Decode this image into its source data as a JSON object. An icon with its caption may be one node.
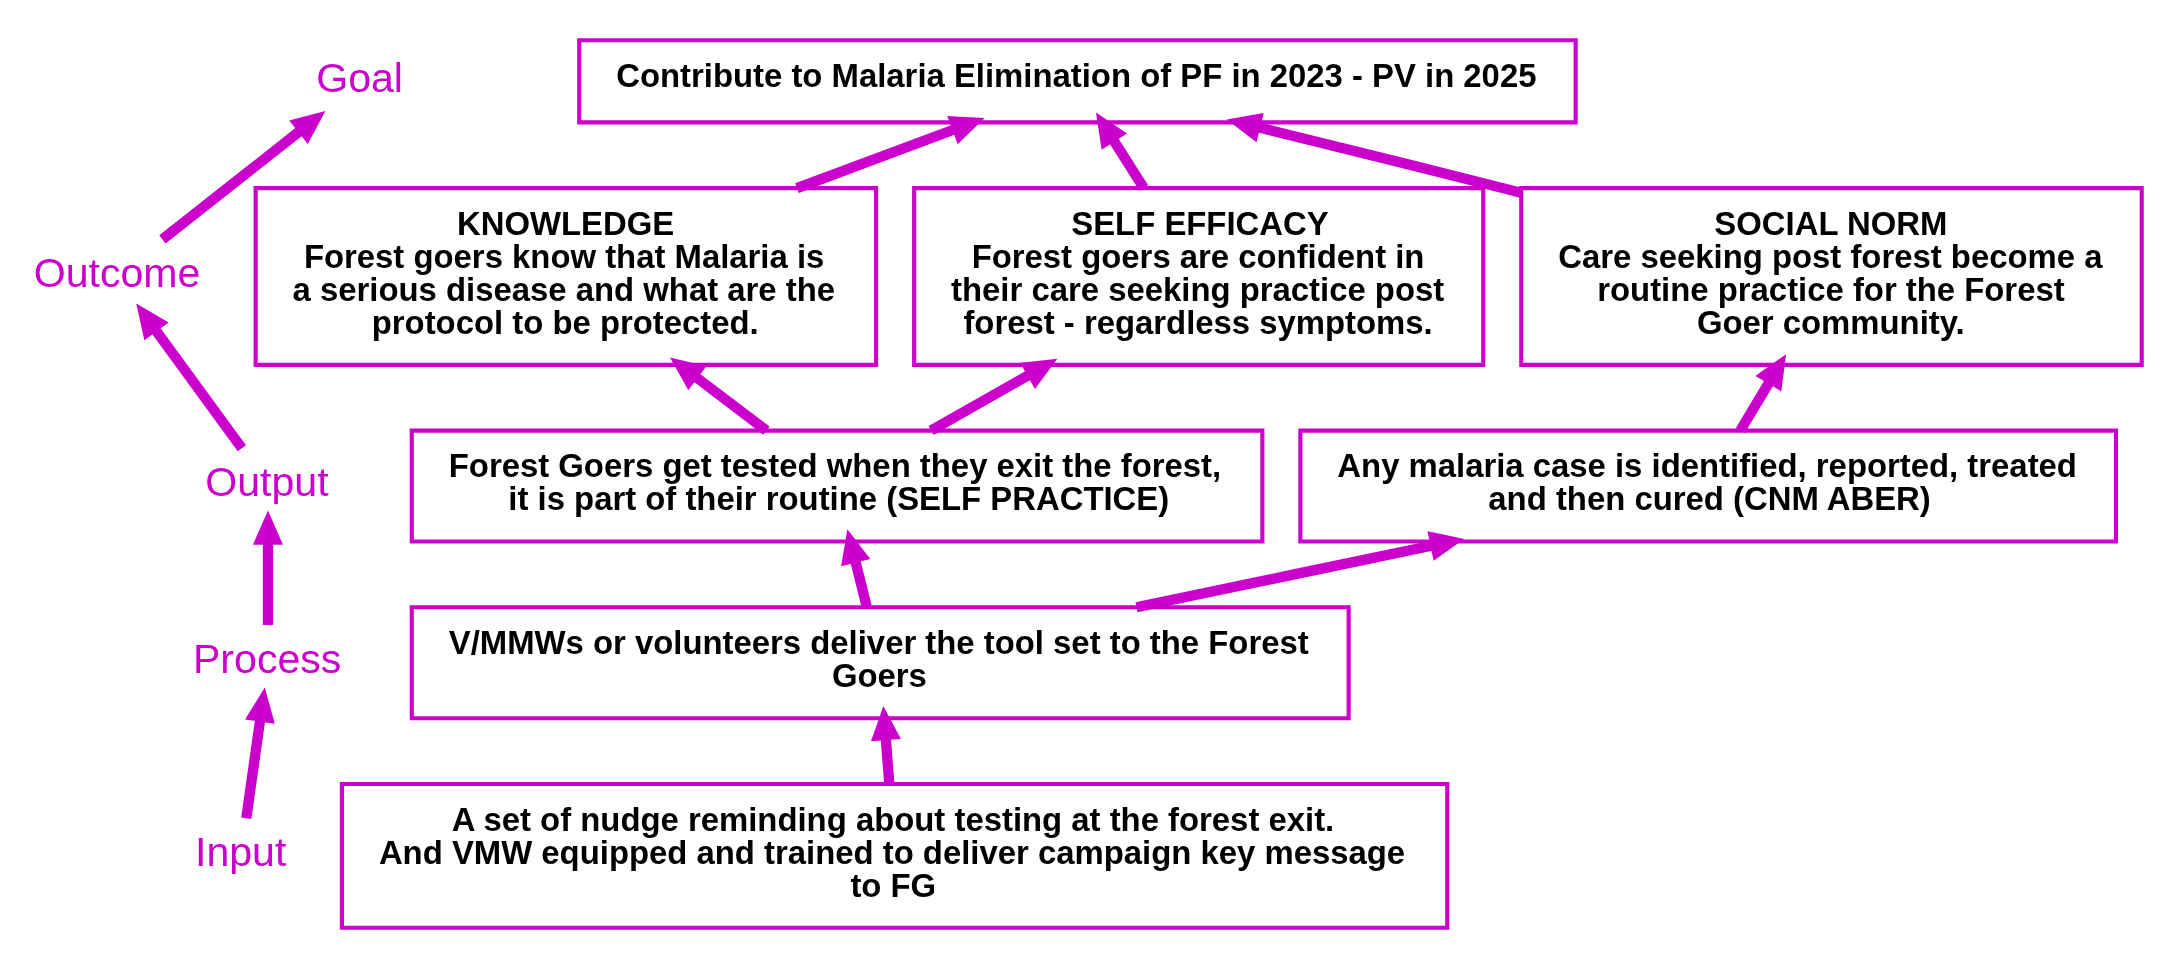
{
  "diagram": {
    "nodes": [
      {
        "text": [
          "Goal"
        ]
      },
      {
        "text": [
          "Outcome"
        ]
      },
      {
        "text": [
          "Output"
        ]
      },
      {
        "text": [
          "Process"
        ]
      },
      {
        "text": [
          "Input"
        ]
      },
      {
        "text": [
          "Contribute to Malaria Elimination of PF in 2023 - PV in 2025"
        ]
      },
      {
        "text": [
          "KNOWLEDGE",
          "Forest goers know that Malaria is a serious disease and what are the protocol to be protected."
        ]
      },
      {
        "text": [
          "SELF EFFICACY",
          "Forest goers are confident in their care seeking practice post forest - regardless symptoms."
        ]
      },
      {
        "text": [
          "SOCIAL NORM",
          "Care seeking post forest become a routine practice for the Forest Goer community."
        ]
      },
      {
        "text": [
          "Forest Goers get tested when they exit the forest, it is part of their routine (SELF PRACTICE)"
        ]
      },
      {
        "text": [
          "Any malaria case is identified, reported, treated and then cured (CNM ABER)"
        ]
      },
      {
        "text": [
          "V/MMWs or volunteers deliver the tool set to the Forest Goers"
        ]
      },
      {
        "text": [
          "A set of nudge reminding about testing at the forest exit. And VMW equipped and trained to deliver campaign key message to FG"
        ]
      }
    ],
    "edges": [
      {
        "from": 4,
        "to": 3,
        "arrow": "to"
      },
      {
        "from": 3,
        "to": 2,
        "arrow": "to"
      },
      {
        "from": 2,
        "to": 1,
        "arrow": "to"
      },
      {
        "from": 1,
        "to": 0,
        "arrow": "to"
      },
      {
        "from": 12,
        "to": 11,
        "arrow": "to"
      },
      {
        "from": 11,
        "to": 9,
        "arrow": "to"
      },
      {
        "from": 11,
        "to": 10,
        "arrow": "to"
      },
      {
        "from": 9,
        "to": 6,
        "arrow": "to"
      },
      {
        "from": 9,
        "to": 7,
        "arrow": "to"
      },
      {
        "from": 10,
        "to": 8,
        "arrow": "to"
      },
      {
        "from": 6,
        "to": 5,
        "arrow": "to"
      },
      {
        "from": 7,
        "to": 5,
        "arrow": "to"
      },
      {
        "from": 8,
        "to": 5,
        "arrow": "to"
      }
    ]
  }
}
